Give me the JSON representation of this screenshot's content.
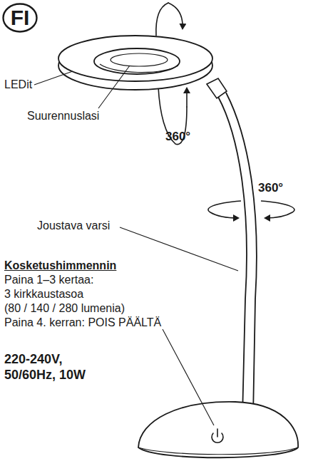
{
  "diagram": {
    "nodes": [
      {
        "text": [
          "FI"
        ]
      }
    ],
    "labels": [
      "LEDit",
      "Suurennuslasi",
      "360°",
      "360°",
      "Joustava varsi",
      "Kosketushimmennin",
      "Paina 1–3 kertaa:",
      "3 kirkkaustasoa",
      "(80 / 140 / 280 lumenia)",
      "Paina 4. kerran: POIS PÄÄLTÄ",
      "220-240V,",
      "50/60Hz, 10W"
    ]
  }
}
